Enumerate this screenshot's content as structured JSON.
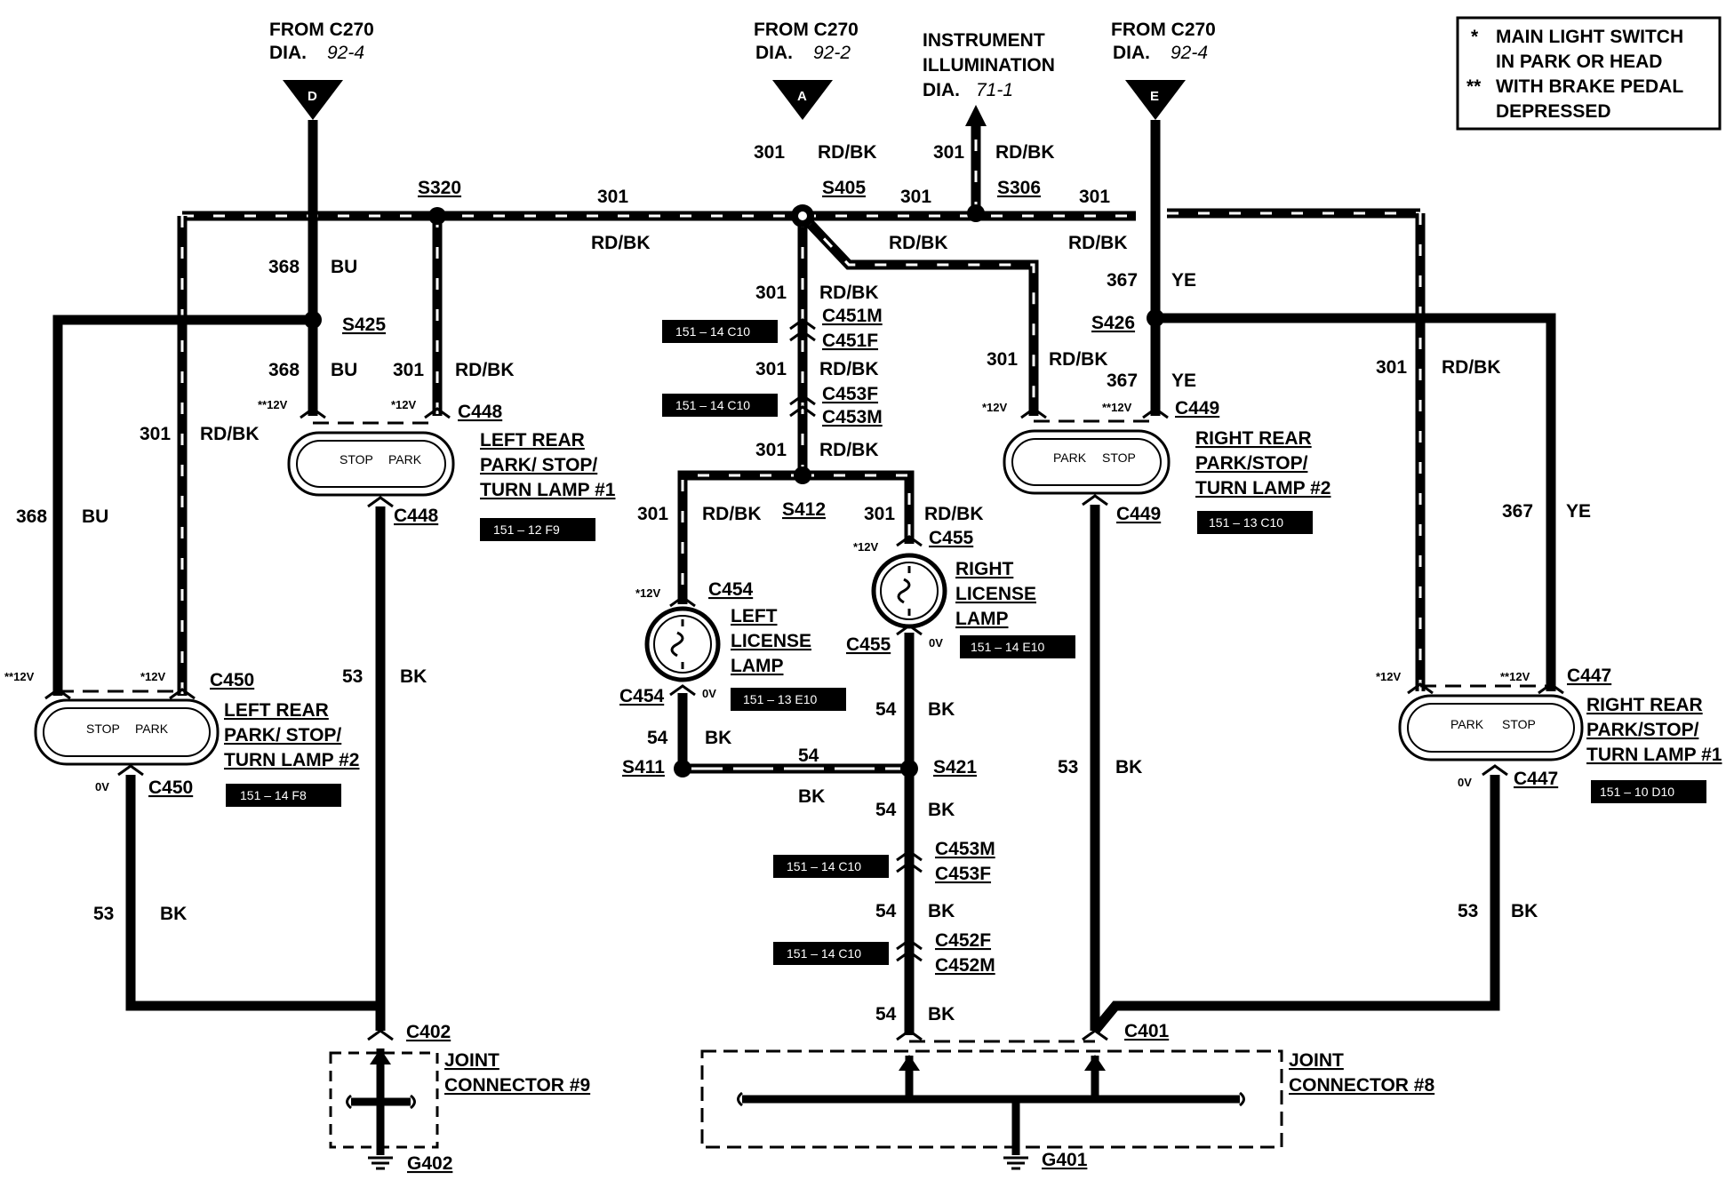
{
  "legend": {
    "line1_mark": "*",
    "line1": "MAIN LIGHT SWITCH",
    "line2": "IN PARK OR HEAD",
    "line3_mark": "**",
    "line3": "WITH BRAKE PEDAL",
    "line4": "DEPRESSED"
  },
  "sources": {
    "d": {
      "letter": "D",
      "from": "FROM C270",
      "dia_label": "DIA.",
      "dia": "92-4"
    },
    "a": {
      "letter": "A",
      "from": "FROM C270",
      "dia_label": "DIA.",
      "dia": "92-2"
    },
    "e": {
      "letter": "E",
      "from": "FROM C270",
      "dia_label": "DIA.",
      "dia": "92-4"
    },
    "instr": {
      "line1": "INSTRUMENT",
      "line2": "ILLUMINATION",
      "dia_label": "DIA.",
      "dia": "71-1"
    }
  },
  "wire_labels": {
    "c301": "301",
    "rdbk": "RD/BK",
    "c368": "368",
    "bu": "BU",
    "c367": "367",
    "ye": "YE",
    "c53": "53",
    "c54": "54",
    "bk": "BK"
  },
  "splices": {
    "s320": "S320",
    "s405": "S405",
    "s306": "S306",
    "s425": "S425",
    "s426": "S426",
    "s412": "S412",
    "s411": "S411",
    "s421": "S421"
  },
  "connectors": {
    "c448": "C448",
    "c449": "C449",
    "c450": "C450",
    "c447": "C447",
    "c454": "C454",
    "c455": "C455",
    "c451m": "C451M",
    "c451f": "C451F",
    "c453f": "C453F",
    "c453m": "C453M",
    "c452f": "C452F",
    "c452m": "C452M",
    "c402": "C402",
    "c401": "C401"
  },
  "voltages": {
    "v12": "*12V",
    "v12b": "**12V",
    "v0": "0V"
  },
  "lamps": {
    "lr1": {
      "left": "STOP",
      "right": "PARK",
      "name1": "LEFT REAR",
      "name2": "PARK/ STOP/",
      "name3": "TURN LAMP #1",
      "ref": "151 – 12 F9"
    },
    "rr2": {
      "left": "PARK",
      "right": "STOP",
      "name1": "RIGHT REAR",
      "name2": "PARK/STOP/",
      "name3": "TURN LAMP #2",
      "ref": "151 – 13 C10"
    },
    "lr2": {
      "left": "STOP",
      "right": "PARK",
      "name1": "LEFT REAR",
      "name2": "PARK/ STOP/",
      "name3": "TURN LAMP #2",
      "ref": "151 – 14 F8"
    },
    "rr1": {
      "left": "PARK",
      "right": "STOP",
      "name1": "RIGHT REAR",
      "name2": "PARK/STOP/",
      "name3": "TURN LAMP #1",
      "ref": "151 – 10 D10"
    },
    "llic": {
      "name1": "LEFT",
      "name2": "LICENSE",
      "name3": "LAMP",
      "ref": "151 – 13 E10"
    },
    "rlic": {
      "name1": "RIGHT",
      "name2": "LICENSE",
      "name3": "LAMP",
      "ref": "151 – 14 E10"
    }
  },
  "refs": {
    "r451": "151 – 14 C10",
    "r453": "151 – 14 C10",
    "r453b": "151 – 14 C10",
    "r452": "151 – 14 C10"
  },
  "joints": {
    "j9_1": "JOINT",
    "j9_2": "CONNECTOR #9",
    "g402": "G402",
    "j8_1": "JOINT",
    "j8_2": "CONNECTOR #8",
    "g401": "G401"
  },
  "colors": {
    "ink": "#000000",
    "paper": "#ffffff"
  }
}
